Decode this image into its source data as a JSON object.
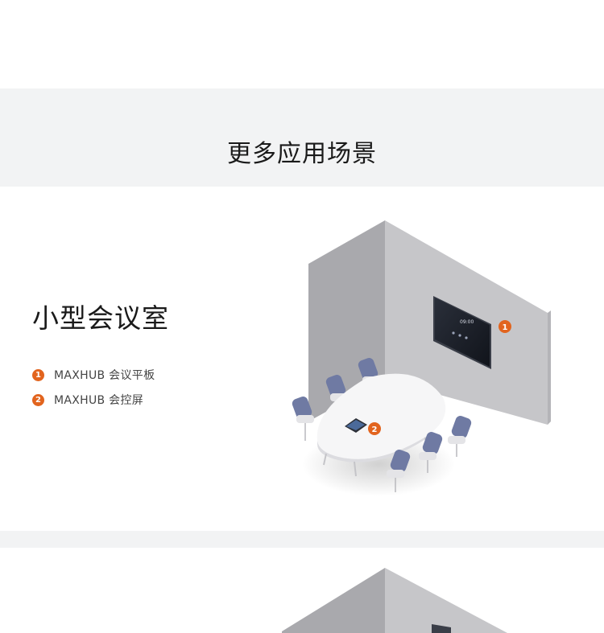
{
  "section": {
    "title": "更多应用场景"
  },
  "room": {
    "title": "小型会议室",
    "legend": [
      {
        "num": "1",
        "label": "MAXHUB 会议平板"
      },
      {
        "num": "2",
        "label": "MAXHUB 会控屏"
      }
    ],
    "screen_time": "09:00",
    "marker_1": "1",
    "marker_2": "2"
  },
  "colors": {
    "accent": "#e2641e",
    "band": "#f2f3f4",
    "chair": "#6f7aa3"
  }
}
